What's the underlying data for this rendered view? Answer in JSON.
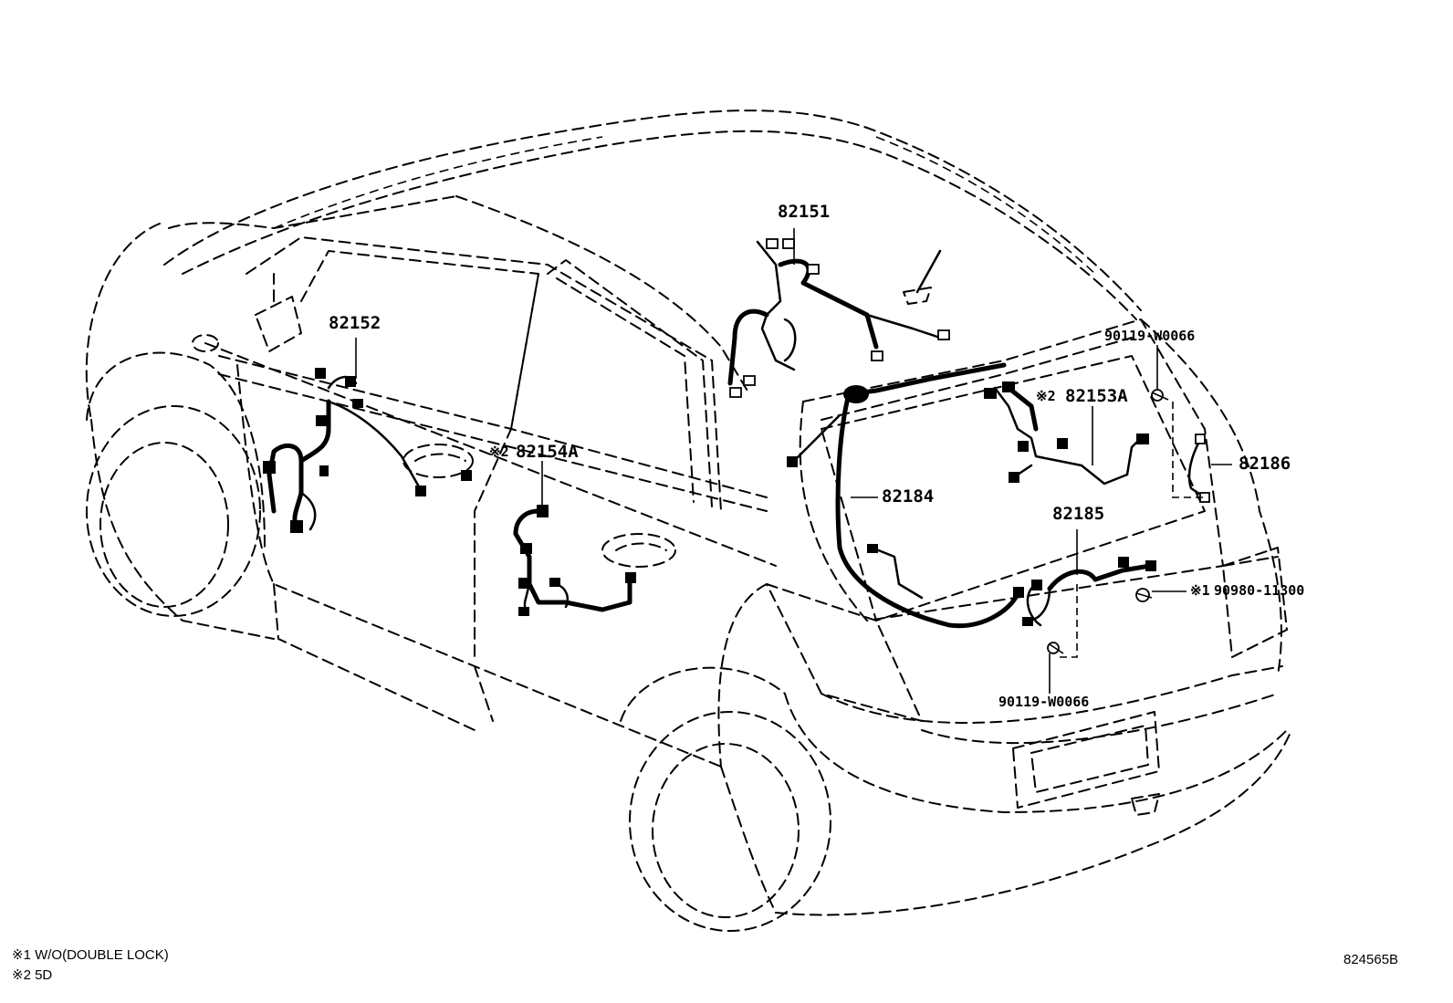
{
  "callouts": {
    "p82151": "82151",
    "p82152": "82152",
    "p82154a_mark": "※2",
    "p82154a": "82154A",
    "p82153a_mark": "※2",
    "p82153a": "82153A",
    "p82184": "82184",
    "p82185": "82185",
    "p82186": "82186",
    "bolt_top": "90119-W0066",
    "bolt_bottom": "90119-W0066",
    "clamp_mark": "※1",
    "clamp": "90980-11300"
  },
  "notes": {
    "note1": "※1 W/O(DOUBLE LOCK)",
    "note2": "※2 5D"
  },
  "figure_code": "824565B",
  "colors": {
    "line": "#000000",
    "background": "#ffffff"
  }
}
